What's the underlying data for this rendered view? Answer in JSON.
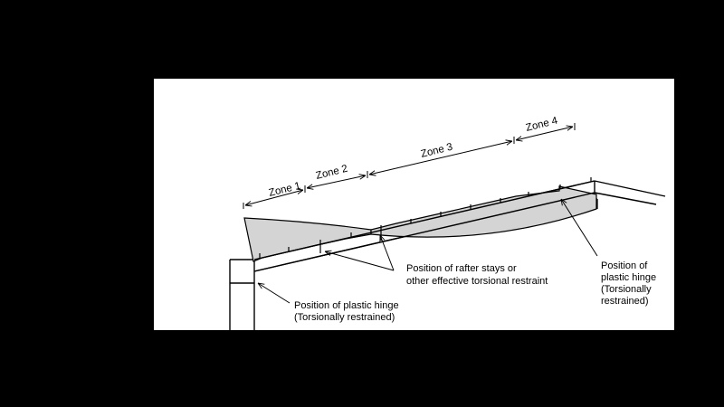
{
  "colors": {
    "background": "#000000",
    "panel": "#ffffff",
    "stroke": "#000000",
    "moment_fill": "#d4d4d4"
  },
  "zones": [
    "Zone 1",
    "Zone 2",
    "Zone 3",
    "Zone 4"
  ],
  "labels": {
    "rafter_stays_line1": "Position of rafter stays or",
    "rafter_stays_line2": "other effective torsional restraint",
    "hinge_left_line1": "Position of plastic hinge",
    "hinge_left_line2": "(Torsionally restrained)",
    "hinge_right_line1": "Position of",
    "hinge_right_line2": "plastic hinge",
    "hinge_right_line3": "(Torsionally",
    "hinge_right_line4": "restrained)"
  }
}
